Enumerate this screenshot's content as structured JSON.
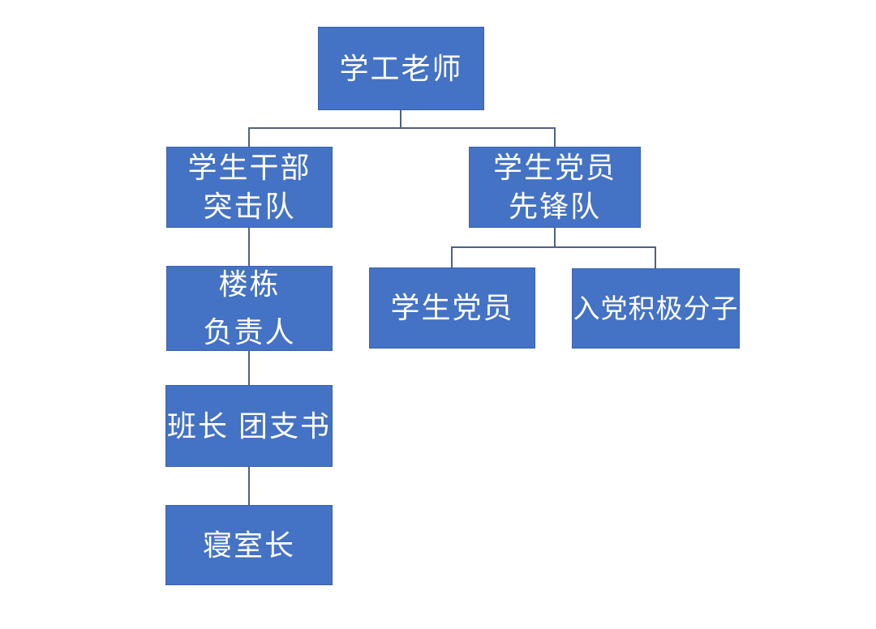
{
  "diagram": {
    "type": "org-chart",
    "colors": {
      "node_fill": "#4472C4",
      "node_border": "#3A62AE",
      "node_text": "#FFFFFF",
      "connector": "#51617E",
      "background": "#FFFFFF"
    },
    "nodes": {
      "root": {
        "line1": "学工老师"
      },
      "cadre_team": {
        "line1": "学生干部",
        "line2": "突击队"
      },
      "party_team": {
        "line1": "学生党员",
        "line2": "先锋队"
      },
      "building_head": {
        "line1": "楼栋",
        "line2": "负责人"
      },
      "party_members": {
        "line1": "学生党员"
      },
      "activists": {
        "line1": "入党积极分子"
      },
      "monitors": {
        "line1": "班长 团支书"
      },
      "dorm_head": {
        "line1": "寝室长"
      }
    },
    "edges": [
      {
        "from": "root",
        "to": "cadre_team"
      },
      {
        "from": "root",
        "to": "party_team"
      },
      {
        "from": "cadre_team",
        "to": "building_head"
      },
      {
        "from": "building_head",
        "to": "monitors"
      },
      {
        "from": "monitors",
        "to": "dorm_head"
      },
      {
        "from": "party_team",
        "to": "party_members"
      },
      {
        "from": "party_team",
        "to": "activists"
      }
    ]
  }
}
